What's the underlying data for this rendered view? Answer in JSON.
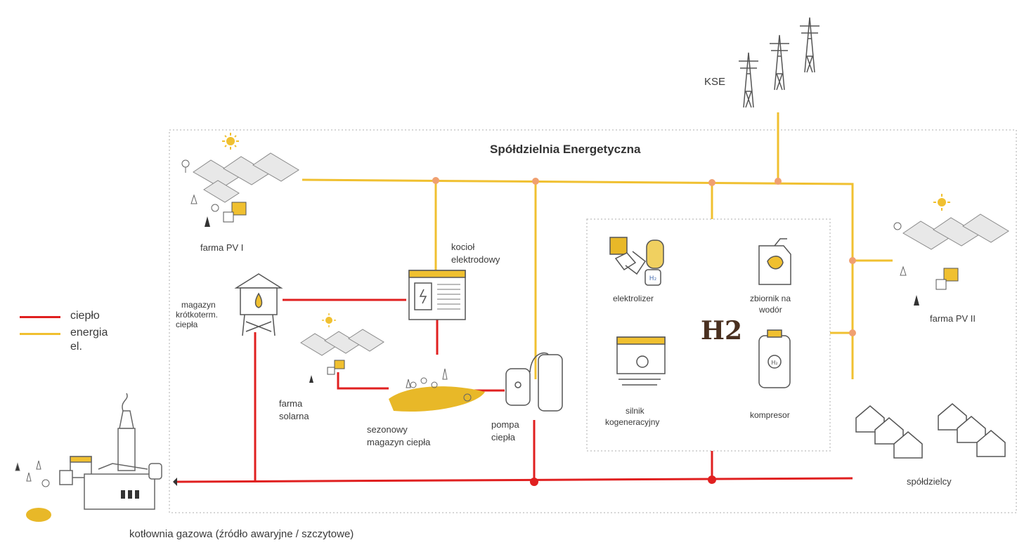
{
  "colors": {
    "heat": "#e02020",
    "electricity": "#f0c030",
    "junction": "#f0a070",
    "border": "#c8c8c8",
    "accent": "#e8b828"
  },
  "title": "Spółdzielnia Energetyczna",
  "grid_label": "KSE",
  "legend": [
    {
      "label": "ciepło",
      "color": "#e02020"
    },
    {
      "label": "energia el.",
      "color": "#f0c030"
    }
  ],
  "nodes": {
    "pv1": "farma PV I",
    "pv2": "farma PV II",
    "boiler": [
      "kocioł",
      "elektrodowy"
    ],
    "storage_short": [
      "magazyn",
      "krótkoterm.",
      "ciepła"
    ],
    "solar": [
      "farma",
      "solarna"
    ],
    "seasonal": [
      "sezonowy",
      "magazyn ciepła"
    ],
    "heat_pump": [
      "pompa",
      "ciepła"
    ],
    "members": "spółdzielcy",
    "gas": "kotłownia gazowa (źródło awaryjne / szczytowe)"
  },
  "h2": {
    "symbol": "H",
    "subscript": "2",
    "electrolyzer": "elektrolizer",
    "tank": [
      "zbiornik na",
      "wodór"
    ],
    "chp": [
      "silnik",
      "kogeneracyjny"
    ],
    "compressor": "kompresor",
    "h2_icon_label": "H₂"
  }
}
